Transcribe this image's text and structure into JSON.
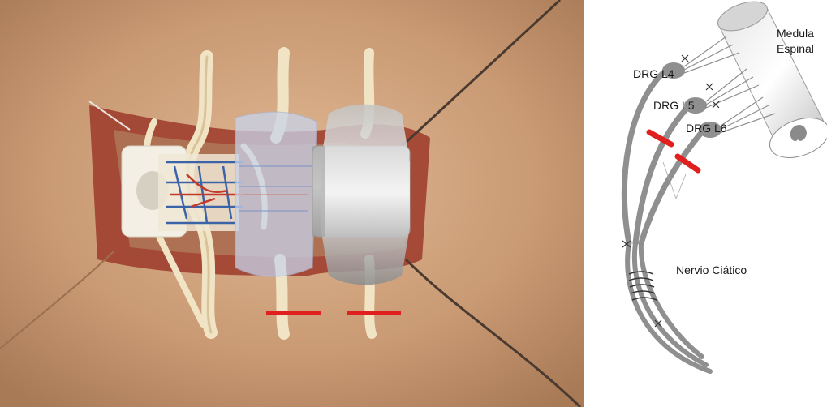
{
  "diagram": {
    "labels": {
      "medula_line1": "Medula",
      "medula_line2": "Espinal",
      "drg_l4": "DRG L4",
      "drg_l5": "DRG L5",
      "drg_l6": "DRG L6",
      "nervio": "Nervio Ciático"
    }
  },
  "colors": {
    "skin": "#c89872",
    "wound": "#8a1f1a",
    "nerve": "#f1e4c4",
    "vessel_blue": "#3a63a8",
    "vessel_red": "#c23a2a",
    "cuff_red": "#e0201e",
    "diagram_gray": "#8f8f8f"
  }
}
